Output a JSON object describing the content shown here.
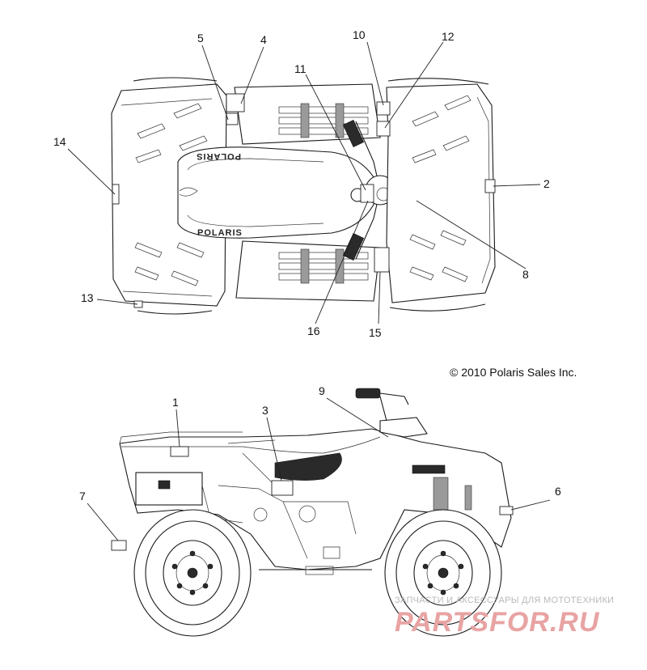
{
  "callouts": {
    "c1": "1",
    "c2": "2",
    "c3": "3",
    "c4": "4",
    "c5": "5",
    "c6": "6",
    "c7": "7",
    "c8": "8",
    "c9": "9",
    "c10": "10",
    "c11": "11",
    "c12": "12",
    "c13": "13",
    "c14": "14",
    "c15": "15",
    "c16": "16"
  },
  "copyright": "© 2010 Polaris Sales Inc.",
  "body_text_top": "POLARIS",
  "body_text_bottom": "POLARIS",
  "watermark": {
    "caption": "ЗАПЧАСТИ И АКСЕССУАРЫ ДЛЯ МОТОТЕХНИКИ",
    "logo": "PARTSFOR.RU"
  }
}
